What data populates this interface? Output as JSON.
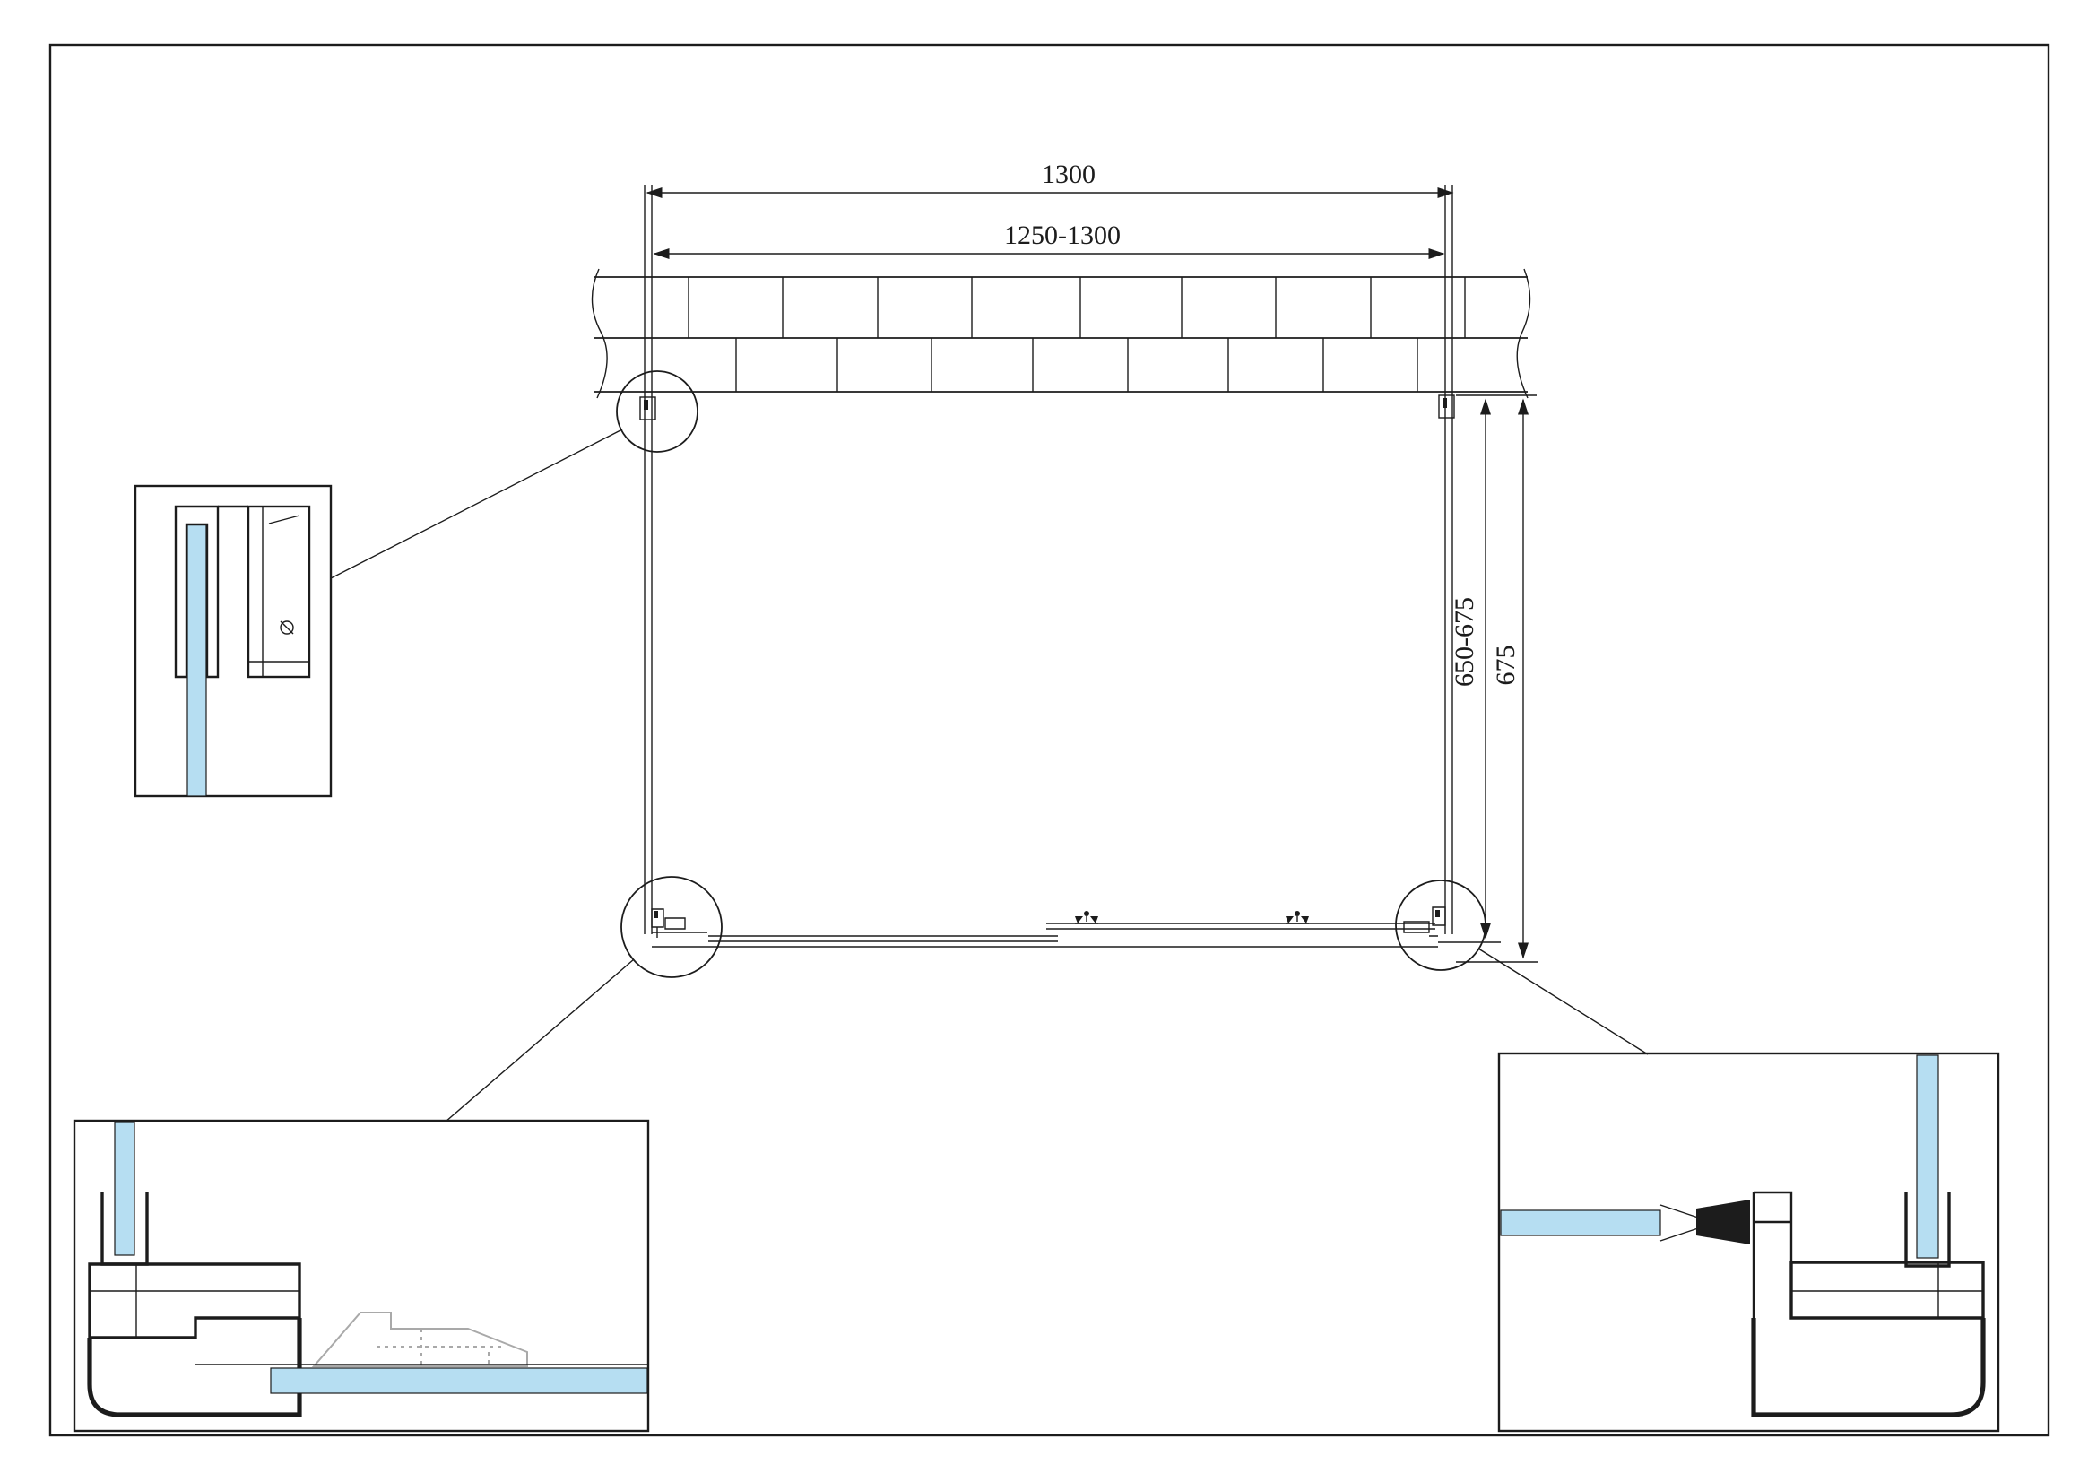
{
  "drawing": {
    "dimensions": {
      "top_outer": "1300",
      "top_inner": "1250-1300",
      "right_inner": "650-675",
      "right_outer": "675"
    },
    "colors": {
      "line": "#1c1c1c",
      "glass": "#b6def2",
      "tray": "#a9a9a9",
      "background": "#ffffff"
    }
  }
}
